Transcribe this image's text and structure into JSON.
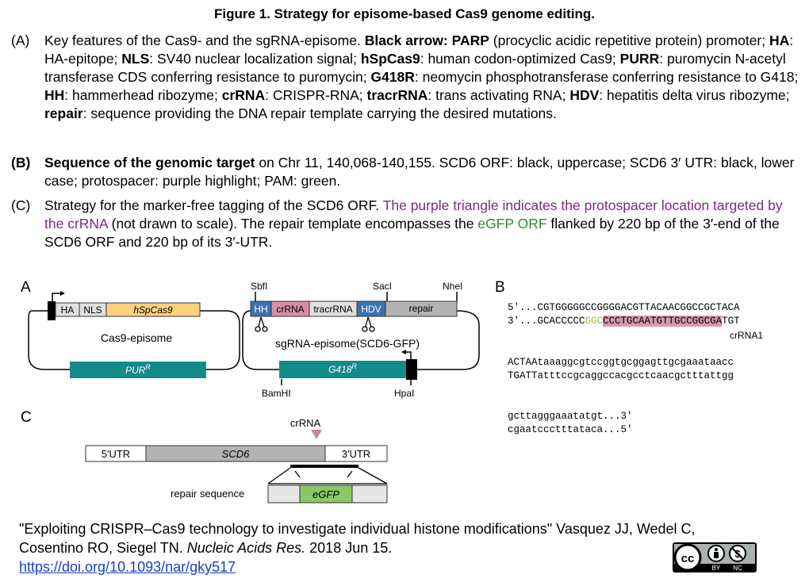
{
  "title": {
    "main": "Figure 1. Strategy for episome-based Cas9 genome editing",
    "period": "."
  },
  "legend_a": {
    "label": "(A)",
    "parts": [
      {
        "t": "Key features of the Cas9- and the sgRNA-episome. ",
        "b": false
      },
      {
        "t": "Black arrow: PARP",
        "b": true
      },
      {
        "t": " (procyclic acidic repetitive protein) promoter; ",
        "b": false
      },
      {
        "t": "HA",
        "b": true
      },
      {
        "t": ": HA-epitope; ",
        "b": false
      },
      {
        "t": "NLS",
        "b": true
      },
      {
        "t": ": SV40 nuclear localization signal; ",
        "b": false
      },
      {
        "t": "hSpCas9",
        "b": true
      },
      {
        "t": ": human codon-optimized Cas9; ",
        "b": false
      },
      {
        "t": "PURR",
        "b": true
      },
      {
        "t": ": puromycin N-acetyl transferase CDS conferring resistance to puromycin; ",
        "b": false
      },
      {
        "t": "G418R",
        "b": true
      },
      {
        "t": ": neomycin phosphotransferase conferring resistance to G418; ",
        "b": false
      },
      {
        "t": "HH",
        "b": true
      },
      {
        "t": ": hammerhead ribozyme; ",
        "b": false
      },
      {
        "t": "crRNA",
        "b": true
      },
      {
        "t": ": CRISPR-RNA; ",
        "b": false
      },
      {
        "t": "tracrRNA",
        "b": true
      },
      {
        "t": ": trans activating RNA; ",
        "b": false
      },
      {
        "t": "HDV",
        "b": true
      },
      {
        "t": ": hepatitis delta virus ribozyme; ",
        "b": false
      },
      {
        "t": "repair",
        "b": true
      },
      {
        "t": ": sequence providing the DNA repair template carrying the desired mutations.",
        "b": false
      }
    ]
  },
  "legend_b": {
    "label": "(B)",
    "bold": "Sequence of the genomic target",
    "rest": " on Chr 11, 140,068-140,155. SCD6 ORF: black, uppercase; SCD6 3′ UTR: black, lower case; protospacer: purple highlight; PAM: green."
  },
  "legend_c": {
    "label": "(C)",
    "pre": "Strategy for the marker-free tagging of the SCD6 ORF. ",
    "purple": "The purple triangle indicates the protospacer location targeted by the crRNA",
    "mid": " (not drawn to scale). The repair template encompasses the ",
    "green": "eGFP ORF",
    "post": " flanked by 220 bp of the 3′-end of the SCD6 ORF and 220 bp of its 3′-UTR."
  },
  "panel_a": {
    "label": "A",
    "cas9": {
      "ha": "HA",
      "nls": "NLS",
      "cas9": "hSpCas9",
      "name": "Cas9-episome",
      "pur": "PUR",
      "pur_sup": "R"
    },
    "sg": {
      "sbfi": "SbfI",
      "saci": "SacI",
      "nhei": "NheI",
      "hh": "HH",
      "crrna": "crRNA",
      "tracr": "tracrRNA",
      "hdv": "HDV",
      "repair": "repair",
      "name": "sgRNA-episome(SCD6-GFP)",
      "g418": "G418",
      "g418_sup": "R",
      "bamhi": "BamHI",
      "hpai": "HpaI"
    }
  },
  "panel_b": {
    "label": "B",
    "l1": "5′...CGTGGGGGCCGGGGACGTTACAACGGCCGCTACA",
    "l2_pre": "3′...GCACCCCC",
    "l2_pam": "GGC",
    "l2_hl": "CCCTGCAATGTTGCCGGCGA",
    "l2_post": "TGT",
    "crrna1": "crRNA1",
    "l3": "ACTAAtaaaggcgtccggtgcggagttgcgaaataacc",
    "l4": "TGATTatttccgcaggccacgcctcaacgctttattgg",
    "l5": "gcttagggaaatatgt...3′",
    "l6": "cgaatccctttataca...5′"
  },
  "panel_c": {
    "label": "C",
    "crrna": "crRNA",
    "utr5": "5′UTR",
    "scd6": "SCD6",
    "utr3": "3′UTR",
    "repair": "repair sequence",
    "egfp": "eGFP"
  },
  "citation": {
    "line1": "\"Exploiting CRISPR–Cas9 technology to investigate individual histone modifications\" Vasquez JJ, Wedel C,",
    "line2_pre": "Cosentino RO, Siegel TN. ",
    "journal": "Nucleic Acids Res.",
    "line2_post": " 2018 Jun 15.",
    "doi": "https://doi.org/10.1093/nar/gky517"
  },
  "license": {
    "cc": "cc",
    "by": "BY",
    "nc": "NC"
  },
  "colors": {
    "cas9": "#fdd17f",
    "teal": "#148a8a",
    "blue": "#3b72b1",
    "pink": "#d88ea6",
    "gray": "#b3b3b3",
    "egfp": "#8ac765",
    "purple": "#7b2a84",
    "green": "#2e8b2e"
  }
}
